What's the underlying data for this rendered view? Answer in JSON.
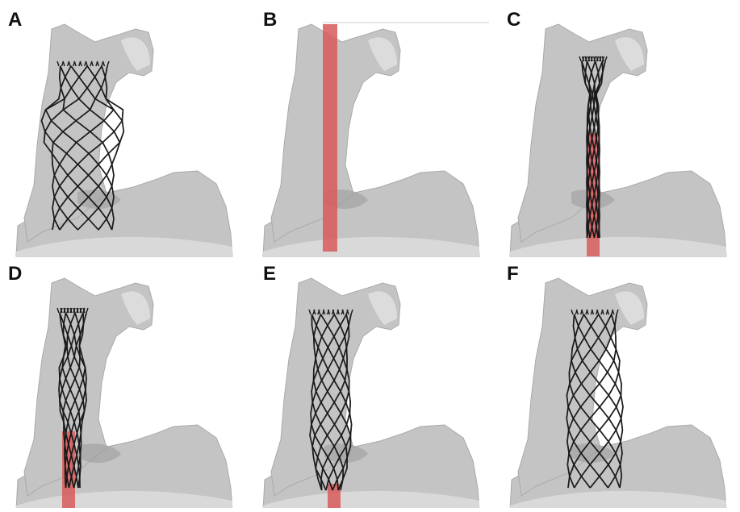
{
  "figure": {
    "panels": [
      {
        "id": "a",
        "label": "A"
      },
      {
        "id": "b",
        "label": "B"
      },
      {
        "id": "c",
        "label": "C"
      },
      {
        "id": "d",
        "label": "D"
      },
      {
        "id": "e",
        "label": "E"
      },
      {
        "id": "f",
        "label": "F"
      }
    ]
  },
  "colors": {
    "vessel": "#c4c4c4",
    "vessel_edge": "#aaaaaa",
    "vessel_light": "#dcdcdc",
    "vessel_shadow": "#9a9a9a",
    "stent": "#1a1a1a",
    "catheter": "#d85a5a"
  }
}
